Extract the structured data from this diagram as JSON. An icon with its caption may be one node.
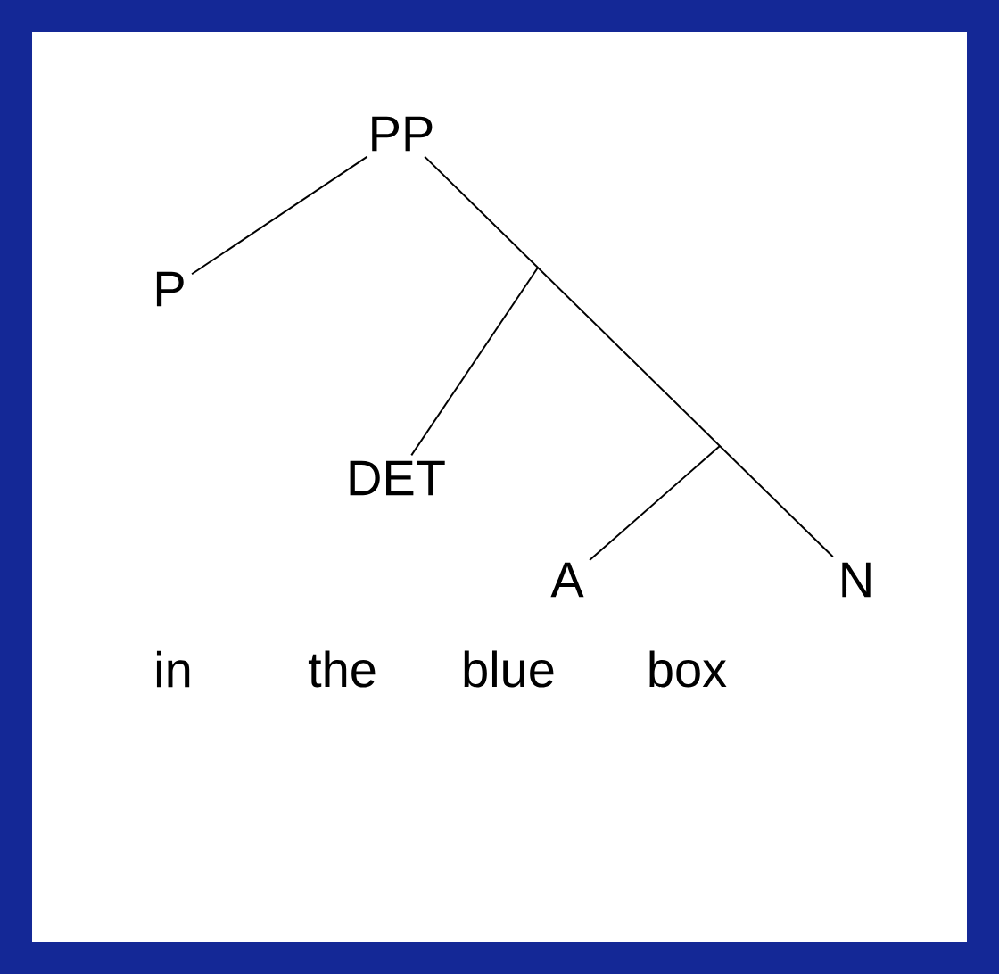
{
  "diagram": {
    "nodes": [
      {
        "text": [
          "PP"
        ]
      },
      {
        "text": [
          "P"
        ]
      },
      {
        "text": [
          "DET"
        ]
      },
      {
        "text": [
          "A"
        ]
      },
      {
        "text": [
          "N"
        ]
      }
    ],
    "edges": [
      {
        "from": 0,
        "to": 1,
        "arrow": "none"
      },
      {
        "from": 0,
        "to": 4,
        "arrow": "none"
      },
      {
        "from": null,
        "to": 2,
        "arrow": "none"
      },
      {
        "from": null,
        "to": 3,
        "arrow": "none"
      }
    ],
    "labels": [
      "in",
      "the",
      "blue",
      "box"
    ]
  }
}
